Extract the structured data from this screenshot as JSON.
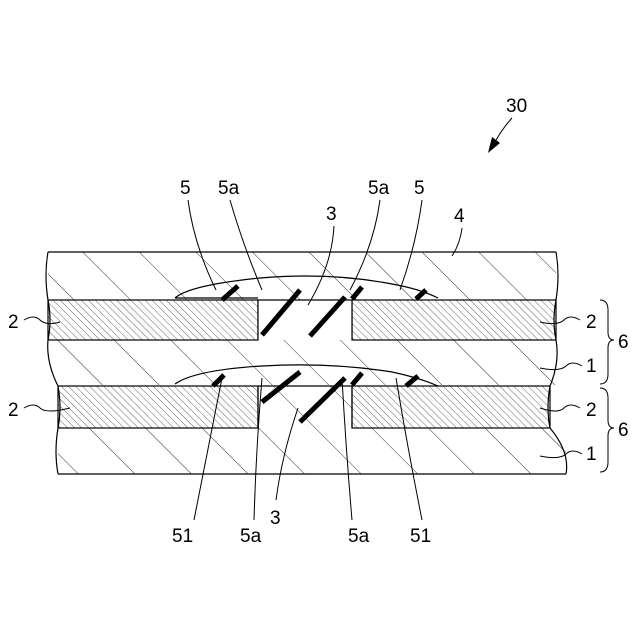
{
  "figure": {
    "reference": "30",
    "labels": {
      "top_5_left": "5",
      "top_5a_left": "5a",
      "top_5a_right": "5a",
      "top_5_right": "5",
      "top_3": "3",
      "top_4": "4",
      "left_2_upper": "2",
      "left_2_lower": "2",
      "right_2_upper": "2",
      "right_2_lower": "2",
      "right_1_upper": "1",
      "right_1_lower": "1",
      "right_6_upper": "6",
      "right_6_lower": "6",
      "bottom_51_left": "51",
      "bottom_5a_left": "5a",
      "bottom_3": "3",
      "bottom_5a_right": "5a",
      "bottom_51_right": "51"
    }
  }
}
